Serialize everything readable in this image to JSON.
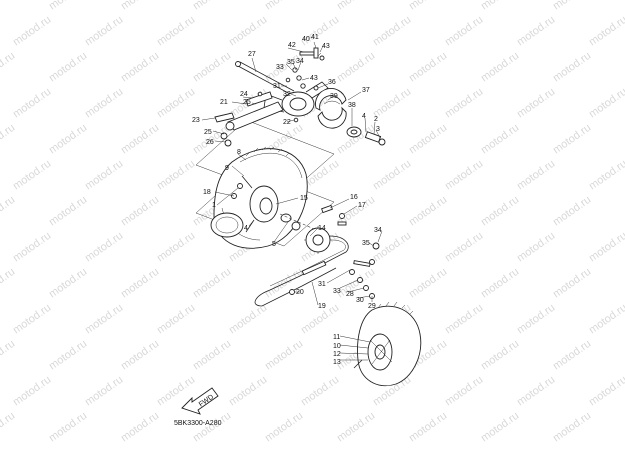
{
  "watermark": "motod.ru",
  "fwd_label": "FWD",
  "drawing_code": "5BK3300-A280",
  "callouts": [
    "1",
    "2",
    "3",
    "4",
    "5",
    "6",
    "7",
    "8",
    "9",
    "10",
    "11",
    "12",
    "13",
    "14",
    "15",
    "16",
    "17",
    "18",
    "19",
    "20",
    "21",
    "22",
    "23",
    "24",
    "25",
    "26",
    "27",
    "28",
    "29",
    "30",
    "31",
    "32",
    "33",
    "34",
    "35",
    "36",
    "37",
    "38",
    "39",
    "40",
    "41",
    "42",
    "43"
  ]
}
